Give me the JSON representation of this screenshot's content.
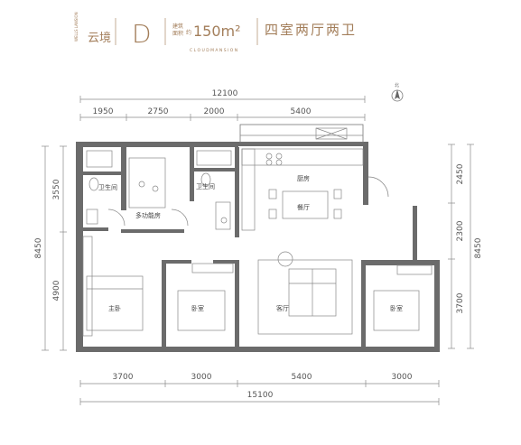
{
  "header": {
    "small_vertical_text": "WELLS LANSION",
    "brand": "云境",
    "unit_type": "D",
    "area_label_line1": "建筑",
    "area_label_line2": "面积",
    "area_prefix": "约",
    "area_value": "150m²",
    "layout_text": "四室两厅两卫",
    "subtitle": "C L O U D   M A N S I O N"
  },
  "compass": {
    "label": "北"
  },
  "dimensions": {
    "top_total": "12100",
    "top_segments": [
      "1950",
      "2750",
      "2000",
      "5400"
    ],
    "bottom_total": "15100",
    "bottom_segments": [
      "3700",
      "3000",
      "5400",
      "3000"
    ],
    "left_total": "8450",
    "left_segments": [
      "3550",
      "4900"
    ],
    "right_total": "8450",
    "right_segments": [
      "2450",
      "2300",
      "3700"
    ]
  },
  "rooms": {
    "bath1": "卫生间",
    "multi": "多功能房",
    "bath2": "卫生间",
    "kitchen": "厨房",
    "dining": "餐厅",
    "master": "主卧",
    "bed2": "卧室",
    "living": "客厅",
    "bed3": "卧室"
  }
}
